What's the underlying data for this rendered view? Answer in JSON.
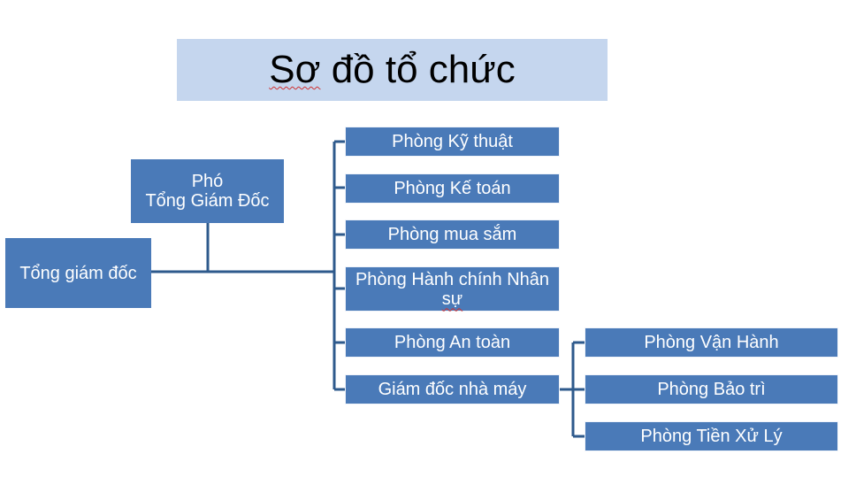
{
  "title": {
    "part1": "Sơ",
    "part2": " đồ tổ chức"
  },
  "nodes": {
    "ceo": "Tổng giám đốc",
    "vice_ceo": {
      "line1": "Phó",
      "line2": "Tổng Giám Đốc"
    },
    "departments": [
      "Phòng Kỹ thuật",
      "Phòng Kế toán",
      "Phòng mua sắm",
      {
        "line1": "Phòng Hành chính Nhân",
        "line2": "sự"
      },
      "Phòng An toàn",
      "Giám đốc nhà máy"
    ],
    "plant_departments": [
      "Phòng Vận Hành",
      "Phòng Bảo trì",
      "Phòng Tiền Xử Lý"
    ]
  },
  "colors": {
    "box_fill": "#4a7ab8",
    "title_fill": "#c5d6ee",
    "connector": "#2e5a8c"
  }
}
